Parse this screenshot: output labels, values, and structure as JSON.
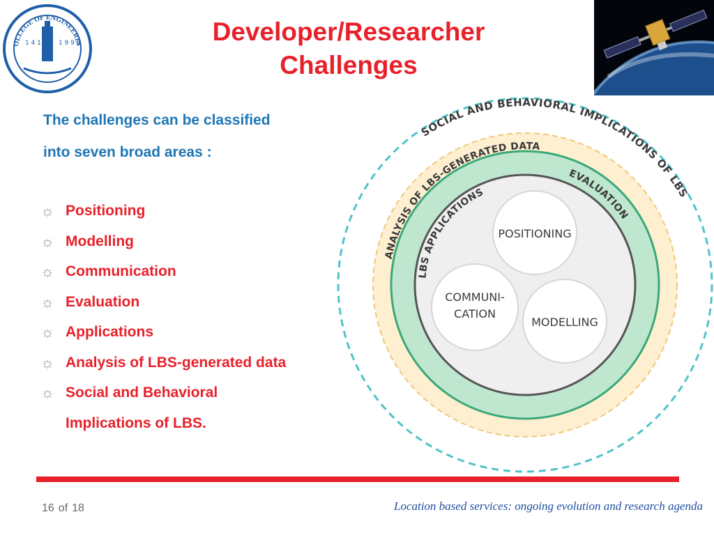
{
  "header": {
    "title_line1": "Developer/Researcher",
    "title_line2": "Challenges",
    "logo_icon": "college-of-engineering-seal",
    "image_icon": "satellite-over-earth-photo"
  },
  "intro": {
    "line1": "The challenges can be classified",
    "line2": "into seven broad areas :"
  },
  "bullets": {
    "symbol": "☼",
    "items": [
      "Positioning",
      "Modelling",
      "Communication",
      "Evaluation",
      "Applications",
      "Analysis of LBS-generated data",
      "Social and Behavioral",
      "Implications of LBS."
    ]
  },
  "diagram": {
    "outer_ring": "SOCIAL AND BEHAVIORAL IMPLICATIONS OF LBS",
    "analysis_ring": "ANALYSIS OF LBS-GENERATED DATA",
    "evaluation_ring": "EVALUATION",
    "applications_ring": "LBS APPLICATIONS",
    "core_positioning": "POSITIONING",
    "core_communication_line1": "COMMUNI-",
    "core_communication_line2": "CATION",
    "core_modelling": "MODELLING",
    "colors": {
      "outer_dash": "#4fc3c9",
      "analysis_fill": "#fdefd0",
      "analysis_border": "#f2c77a",
      "evaluation_fill": "#bfe7cf",
      "evaluation_border": "#3aa878",
      "core_fill": "#efefef",
      "core_border": "#555555",
      "text": "#3a3a3a"
    }
  },
  "footer": {
    "page_number": "16",
    "page_of": "of",
    "page_total": "18",
    "citation": "Location based services: ongoing evolution and research agenda"
  },
  "theme": {
    "title_color": "#e8202a",
    "intro_color": "#1f76b5",
    "bullet_color": "#e8202a",
    "rule_color": "#e8202a"
  }
}
